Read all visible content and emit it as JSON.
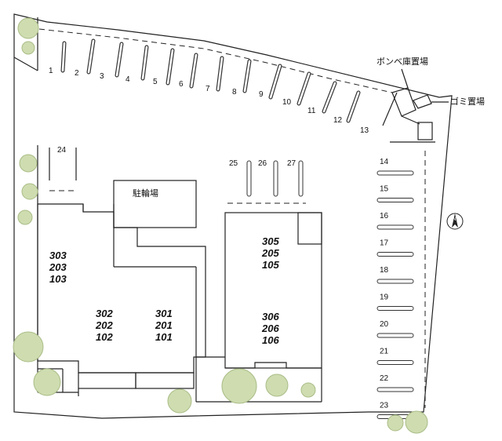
{
  "labels": {
    "bike_parking": "駐輪場",
    "gas_storage": "ボンベ庫置場",
    "garbage": "ゴミ置場",
    "north": "N"
  },
  "parking": {
    "top_row": [
      "1",
      "2",
      "3",
      "4",
      "5",
      "6",
      "7",
      "8",
      "9",
      "10",
      "11",
      "12",
      "13"
    ],
    "slot_24": "24",
    "middle": [
      "25",
      "26",
      "27"
    ],
    "right_column": [
      "14",
      "15",
      "16",
      "17",
      "18",
      "19",
      "20",
      "21",
      "22",
      "23"
    ]
  },
  "buildings": {
    "west_a": [
      "303",
      "203",
      "103"
    ],
    "west_b": [
      "302",
      "202",
      "102"
    ],
    "west_c": [
      "301",
      "201",
      "101"
    ],
    "east_a": [
      "305",
      "205",
      "105"
    ],
    "east_b": [
      "306",
      "206",
      "106"
    ]
  }
}
